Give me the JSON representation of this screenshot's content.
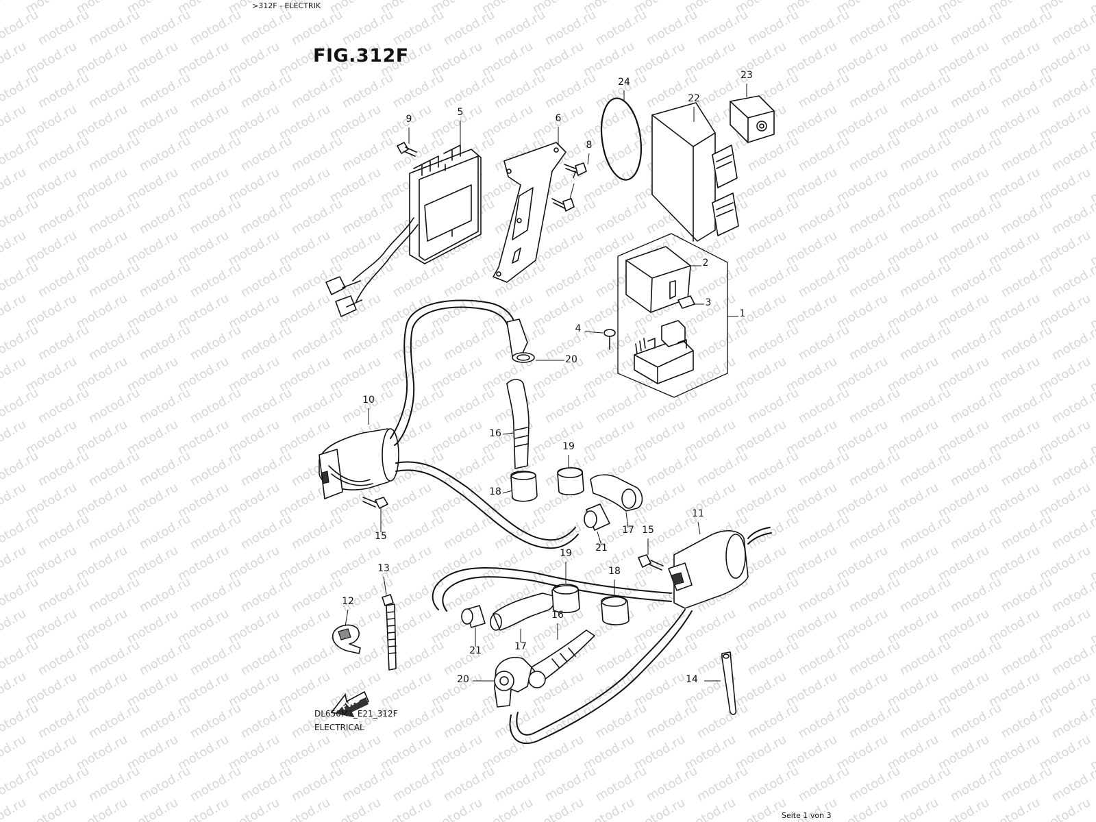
{
  "header": {
    "breadcrumb": ">312F - ELECTRIK"
  },
  "figure": {
    "title": "FIG.312F"
  },
  "footer": {
    "model_code": "DL650M1_E21_312F",
    "caption": "ELECTRICAL",
    "page_info": "Seite 1 von 3"
  },
  "watermark": {
    "text": "motod.ru"
  },
  "fwd_badge": {
    "label": "FWD"
  },
  "callouts": [
    "9",
    "5",
    "6",
    "8",
    "7",
    "24",
    "22",
    "23",
    "2",
    "3",
    "1",
    "4",
    "20",
    "10",
    "16",
    "19",
    "18",
    "21",
    "17",
    "15",
    "11",
    "15",
    "13",
    "12",
    "19",
    "18",
    "16",
    "21",
    "17",
    "20",
    "14"
  ],
  "colors": {
    "ink": "#111111",
    "watermark": "#d6d6d6",
    "background": "#ffffff"
  }
}
